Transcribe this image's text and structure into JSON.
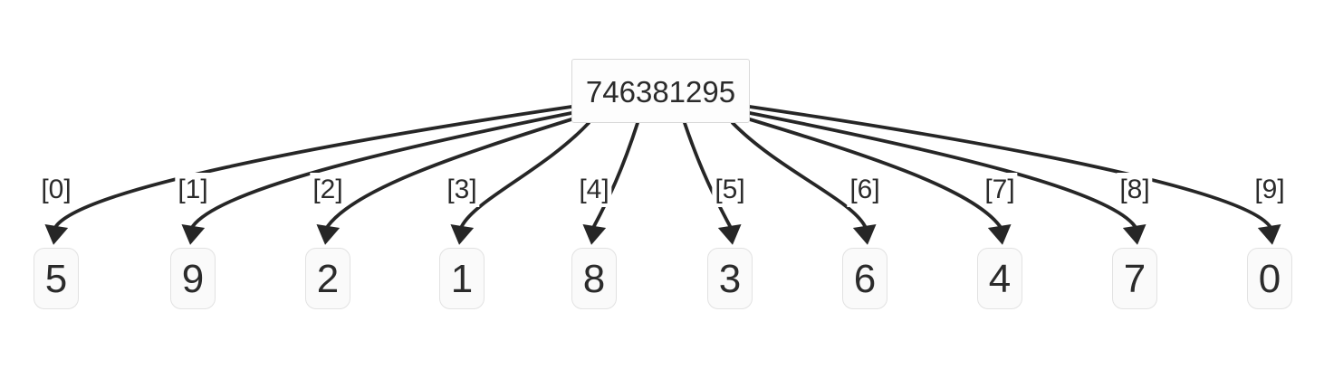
{
  "diagram": {
    "root_value": "746381295",
    "children": [
      {
        "index_label": "[0]",
        "value": "5"
      },
      {
        "index_label": "[1]",
        "value": "9"
      },
      {
        "index_label": "[2]",
        "value": "2"
      },
      {
        "index_label": "[3]",
        "value": "1"
      },
      {
        "index_label": "[4]",
        "value": "8"
      },
      {
        "index_label": "[5]",
        "value": "3"
      },
      {
        "index_label": "[6]",
        "value": "6"
      },
      {
        "index_label": "[7]",
        "value": "4"
      },
      {
        "index_label": "[8]",
        "value": "7"
      },
      {
        "index_label": "[9]",
        "value": "0"
      }
    ],
    "colors": {
      "edge": "#262626",
      "text": "#2b2b2b",
      "node_fill": "#fafafa",
      "node_border": "#e2e2e2",
      "root_fill": "#fdfdfd",
      "root_border": "#d9d9d9"
    }
  }
}
